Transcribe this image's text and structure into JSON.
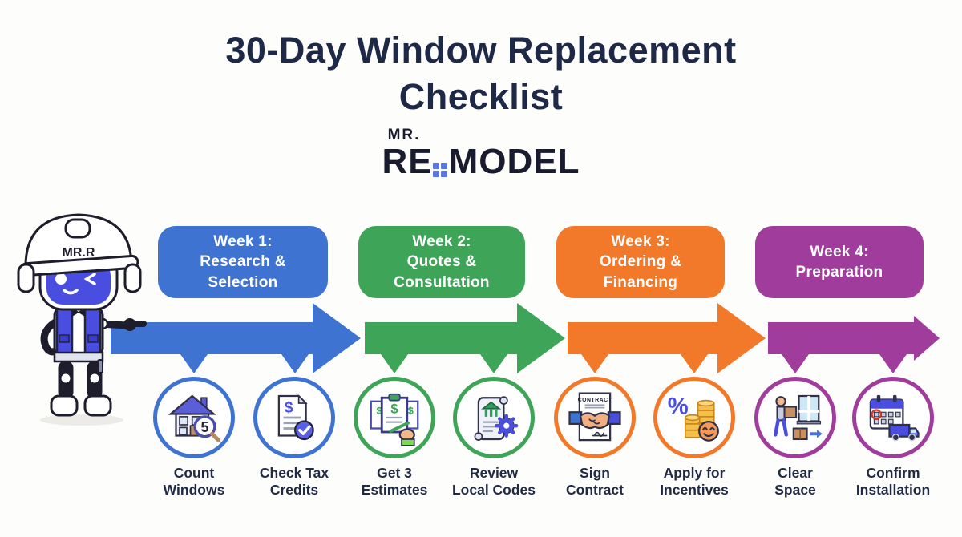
{
  "title": {
    "line1": "30-Day Window Replacement",
    "line2": "Checklist"
  },
  "logo": {
    "prefix": "MR.",
    "word_left": "RE",
    "word_right": "MODEL"
  },
  "mascot": {
    "hat_label": "MR.R"
  },
  "weeks": [
    {
      "line1": "Week 1:",
      "line2": "Research &",
      "line3": "Selection",
      "color": "#3e73d2"
    },
    {
      "line1": "Week 2:",
      "line2": "Quotes &",
      "line3": "Consultation",
      "color": "#3ea458"
    },
    {
      "line1": "Week 3:",
      "line2": "Ordering &",
      "line3": "Financing",
      "color": "#f3792a"
    },
    {
      "line1": "Week 4:",
      "line2": "Preparation",
      "line3": "",
      "color": "#a03c9c"
    }
  ],
  "steps": [
    {
      "line1": "Count",
      "line2": "Windows",
      "icon": "house-magnifier-icon",
      "badge": "5"
    },
    {
      "line1": "Check Tax",
      "line2": "Credits",
      "icon": "dollar-document-check-icon",
      "symbol": "$"
    },
    {
      "line1": "Get 3",
      "line2": "Estimates",
      "icon": "clipboards-signing-icon",
      "symbol": "$"
    },
    {
      "line1": "Review",
      "line2": "Local Codes",
      "icon": "scroll-bank-gear-icon"
    },
    {
      "line1": "Sign",
      "line2": "Contract",
      "icon": "contract-handshake-icon",
      "doc_label": "CONTRACT"
    },
    {
      "line1": "Apply for",
      "line2": "Incentives",
      "icon": "coins-percent-icon",
      "symbol": "%"
    },
    {
      "line1": "Clear",
      "line2": "Space",
      "icon": "moving-boxes-window-icon"
    },
    {
      "line1": "Confirm",
      "line2": "Installation",
      "icon": "calendar-truck-icon"
    }
  ],
  "colors": {
    "week1_blue": "#3e73d2",
    "week2_green": "#3ea458",
    "week3_orange": "#f3792a",
    "week4_purple": "#a03c9c",
    "robot_indigo": "#4a4ee0",
    "title_navy": "#1e2947",
    "logo_navy": "#191c2e",
    "background": "#fdfdfc"
  }
}
